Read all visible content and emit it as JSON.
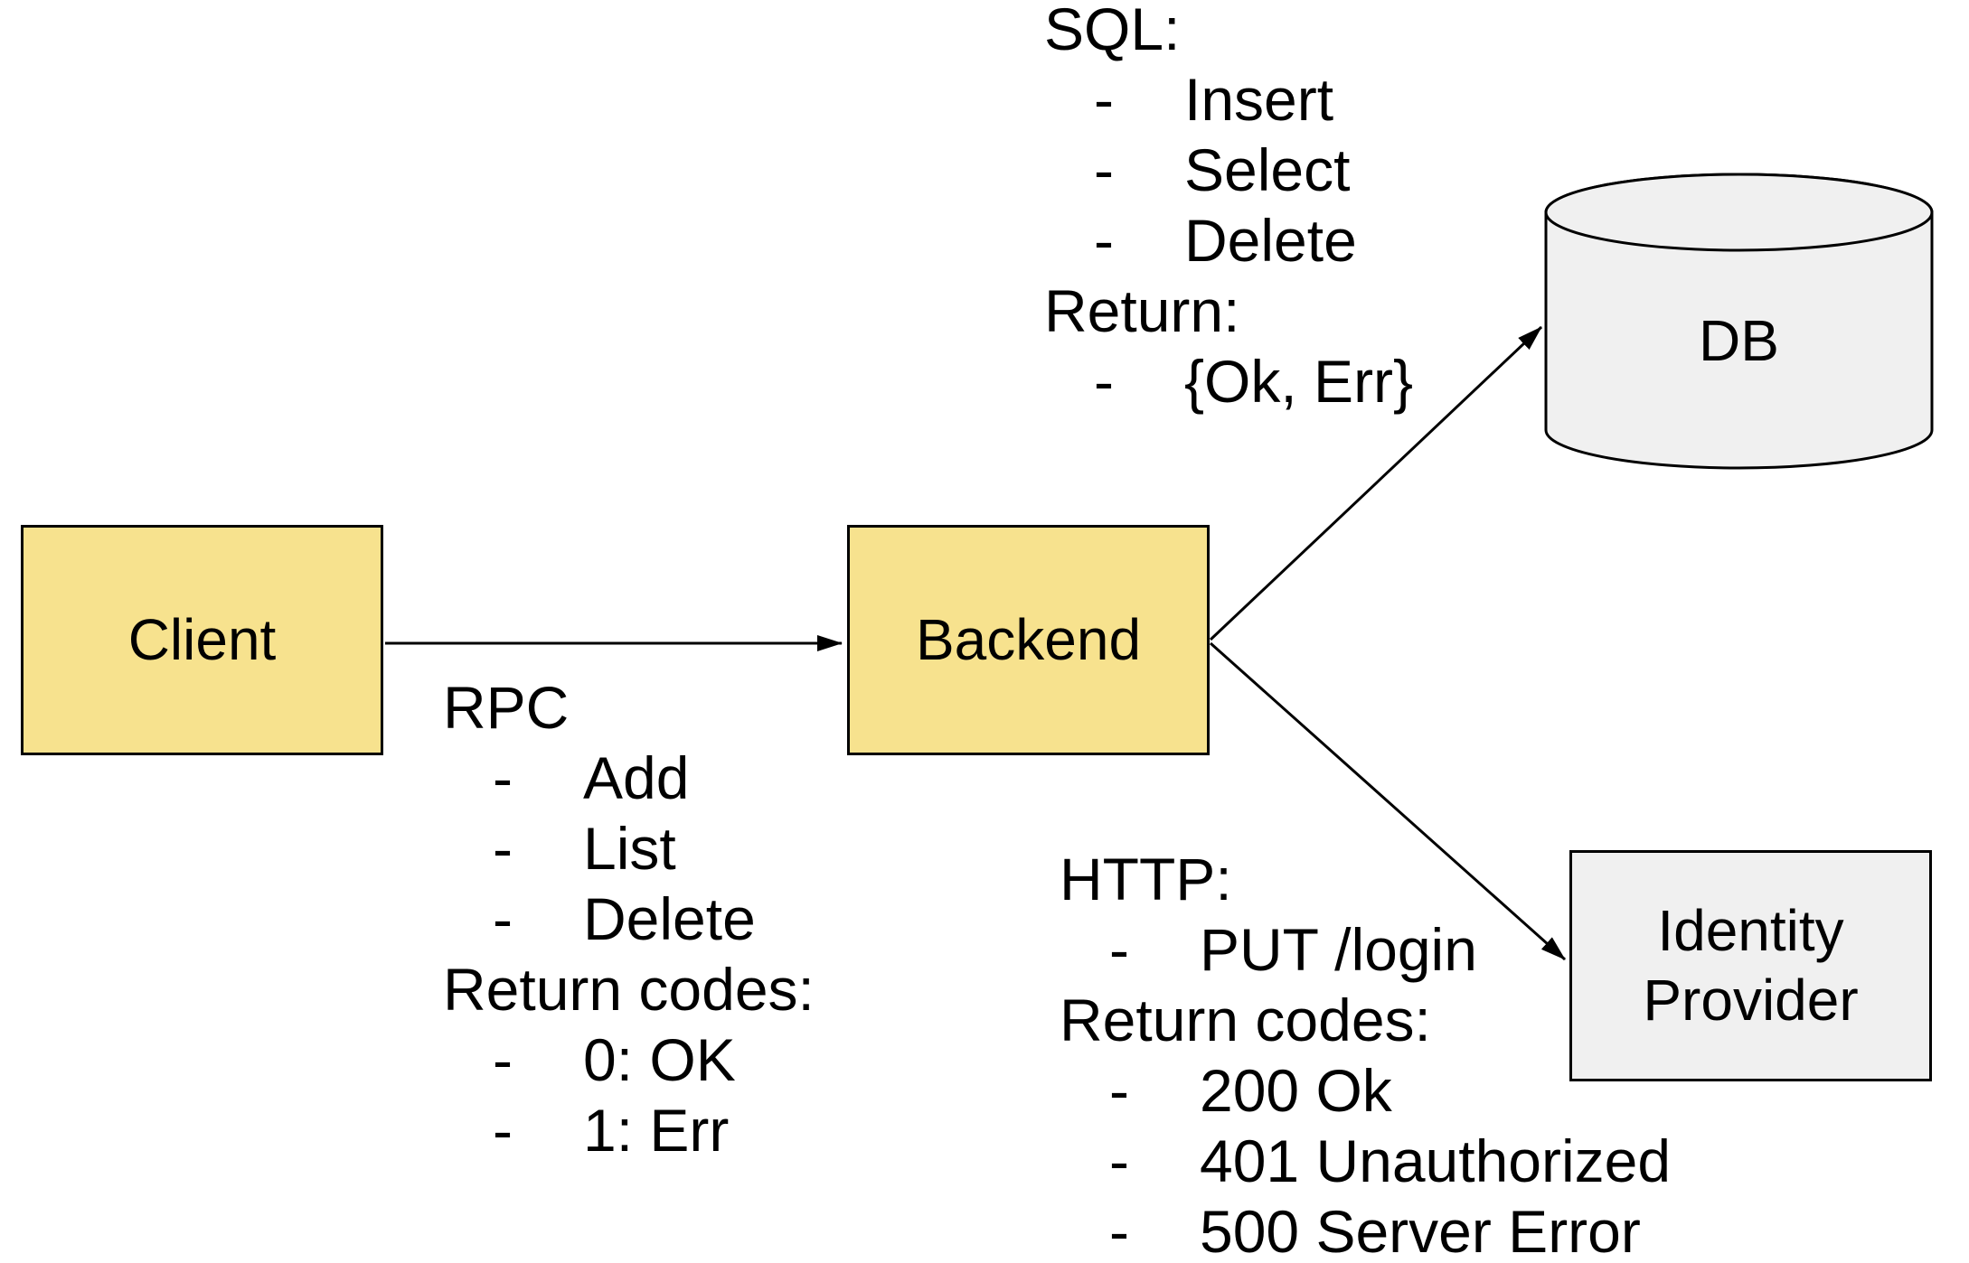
{
  "canvas": {
    "background": "#ffffff"
  },
  "colors": {
    "service_fill": "#f7e28e",
    "datastore_fill": "#f0f0f0",
    "stroke": "#000000",
    "text": "#000000"
  },
  "nodes": {
    "client": {
      "label": "Client",
      "shape": "rectangle"
    },
    "backend": {
      "label": "Backend",
      "shape": "rectangle"
    },
    "db": {
      "label": "DB",
      "shape": "cylinder"
    },
    "identity_provider": {
      "label": "Identity Provider",
      "shape": "rectangle"
    }
  },
  "edges": [
    {
      "name": "client-to-backend",
      "from": "Client",
      "to": "Backend"
    },
    {
      "name": "backend-to-db",
      "from": "Backend",
      "to": "DB"
    },
    {
      "name": "backend-to-identity-provider",
      "from": "Backend",
      "to": "Identity Provider"
    }
  ],
  "annotations": {
    "bullet_char": "-",
    "rpc": {
      "sections": [
        {
          "heading": "RPC",
          "items": [
            "Add",
            "List",
            "Delete"
          ]
        },
        {
          "heading": "Return codes:",
          "items": [
            "0: OK",
            "1: Err"
          ]
        }
      ]
    },
    "sql": {
      "sections": [
        {
          "heading": "SQL:",
          "items": [
            "Insert",
            "Select",
            "Delete"
          ]
        },
        {
          "heading": "Return:",
          "items": [
            "{Ok, Err}"
          ]
        }
      ]
    },
    "http": {
      "sections": [
        {
          "heading": "HTTP:",
          "items": [
            "PUT /login"
          ]
        },
        {
          "heading": "Return codes:",
          "items": [
            "200 Ok",
            "401 Unauthorized",
            "500 Server Error"
          ]
        }
      ]
    }
  }
}
